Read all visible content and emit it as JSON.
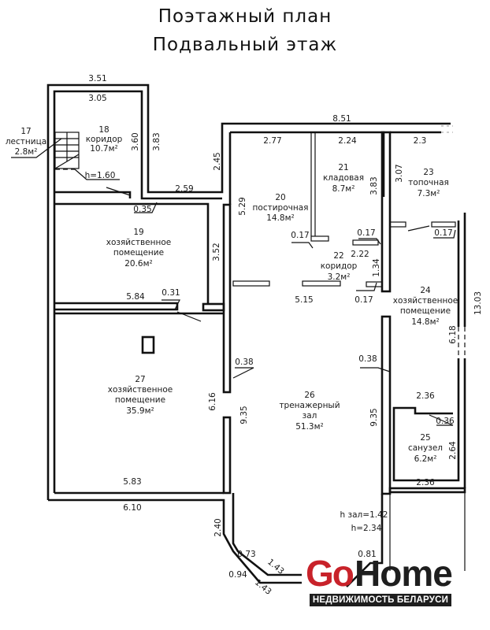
{
  "title": {
    "line1": "Поэтажный план",
    "line2": "Подвальный этаж"
  },
  "rooms": [
    {
      "num": "17",
      "name": "лестница",
      "area": "2.8м²"
    },
    {
      "num": "18",
      "name": "коридор",
      "area": "10.7м²"
    },
    {
      "num": "19",
      "name1": "хозяйственное",
      "name2": "помещение",
      "area": "20.6м²"
    },
    {
      "num": "20",
      "name": "постирочная",
      "area": "14.8м²"
    },
    {
      "num": "21",
      "name": "кладовая",
      "area": "8.7м²"
    },
    {
      "num": "22",
      "name": "коридор",
      "area": "3.2м²"
    },
    {
      "num": "23",
      "name": "топочная",
      "area": "7.3м²"
    },
    {
      "num": "24",
      "name1": "хозяйственное",
      "name2": "помещение",
      "area": "14.8м²"
    },
    {
      "num": "25",
      "name": "санузел",
      "area": "6.2м²"
    },
    {
      "num": "26",
      "name1": "тренажерный",
      "name2": "зал",
      "area": "51.3м²"
    },
    {
      "num": "27",
      "name1": "хозяйственное",
      "name2": "помещение",
      "area": "35.9м²"
    }
  ],
  "dimensions": {
    "d351": "3.51",
    "d305": "3.05",
    "d360": "3.60",
    "d383a": "3.83",
    "d245": "2.45",
    "d259": "2.59",
    "d035": "0.35",
    "h160": "h=1.60",
    "d851": "8.51",
    "d277": "2.77",
    "d224": "2.24",
    "d383b": "3.83",
    "d23": "2.3",
    "d307": "3.07",
    "d529": "5.29",
    "d017a": "0.17",
    "d017b": "0.17",
    "d017c": "0.17",
    "d017d": "0.17",
    "d222": "2.22",
    "d134": "1.34",
    "d515": "5.15",
    "d352": "3.52",
    "d584": "5.84",
    "d031": "0.31",
    "d1303": "13.03",
    "d618": "6.18",
    "d038a": "0.38",
    "d038b": "0.38",
    "d616": "6.16",
    "d935a": "9.35",
    "d935b": "9.35",
    "d236a": "2.36",
    "d036": "0.36",
    "d264": "2.64",
    "d236b": "2.36",
    "d583": "5.83",
    "d610": "6.10",
    "d240": "2.40",
    "d073": "0.73",
    "d143a": "1.43",
    "d094": "0.94",
    "d143b": "1.43",
    "d081": "0.81",
    "hzal": "h зал=1.42",
    "h234": "h=2.34"
  },
  "watermark": {
    "go": "Go",
    "home": "Home",
    "tagline": "НЕДВИЖИМОСТЬ БЕЛАРУСИ"
  }
}
